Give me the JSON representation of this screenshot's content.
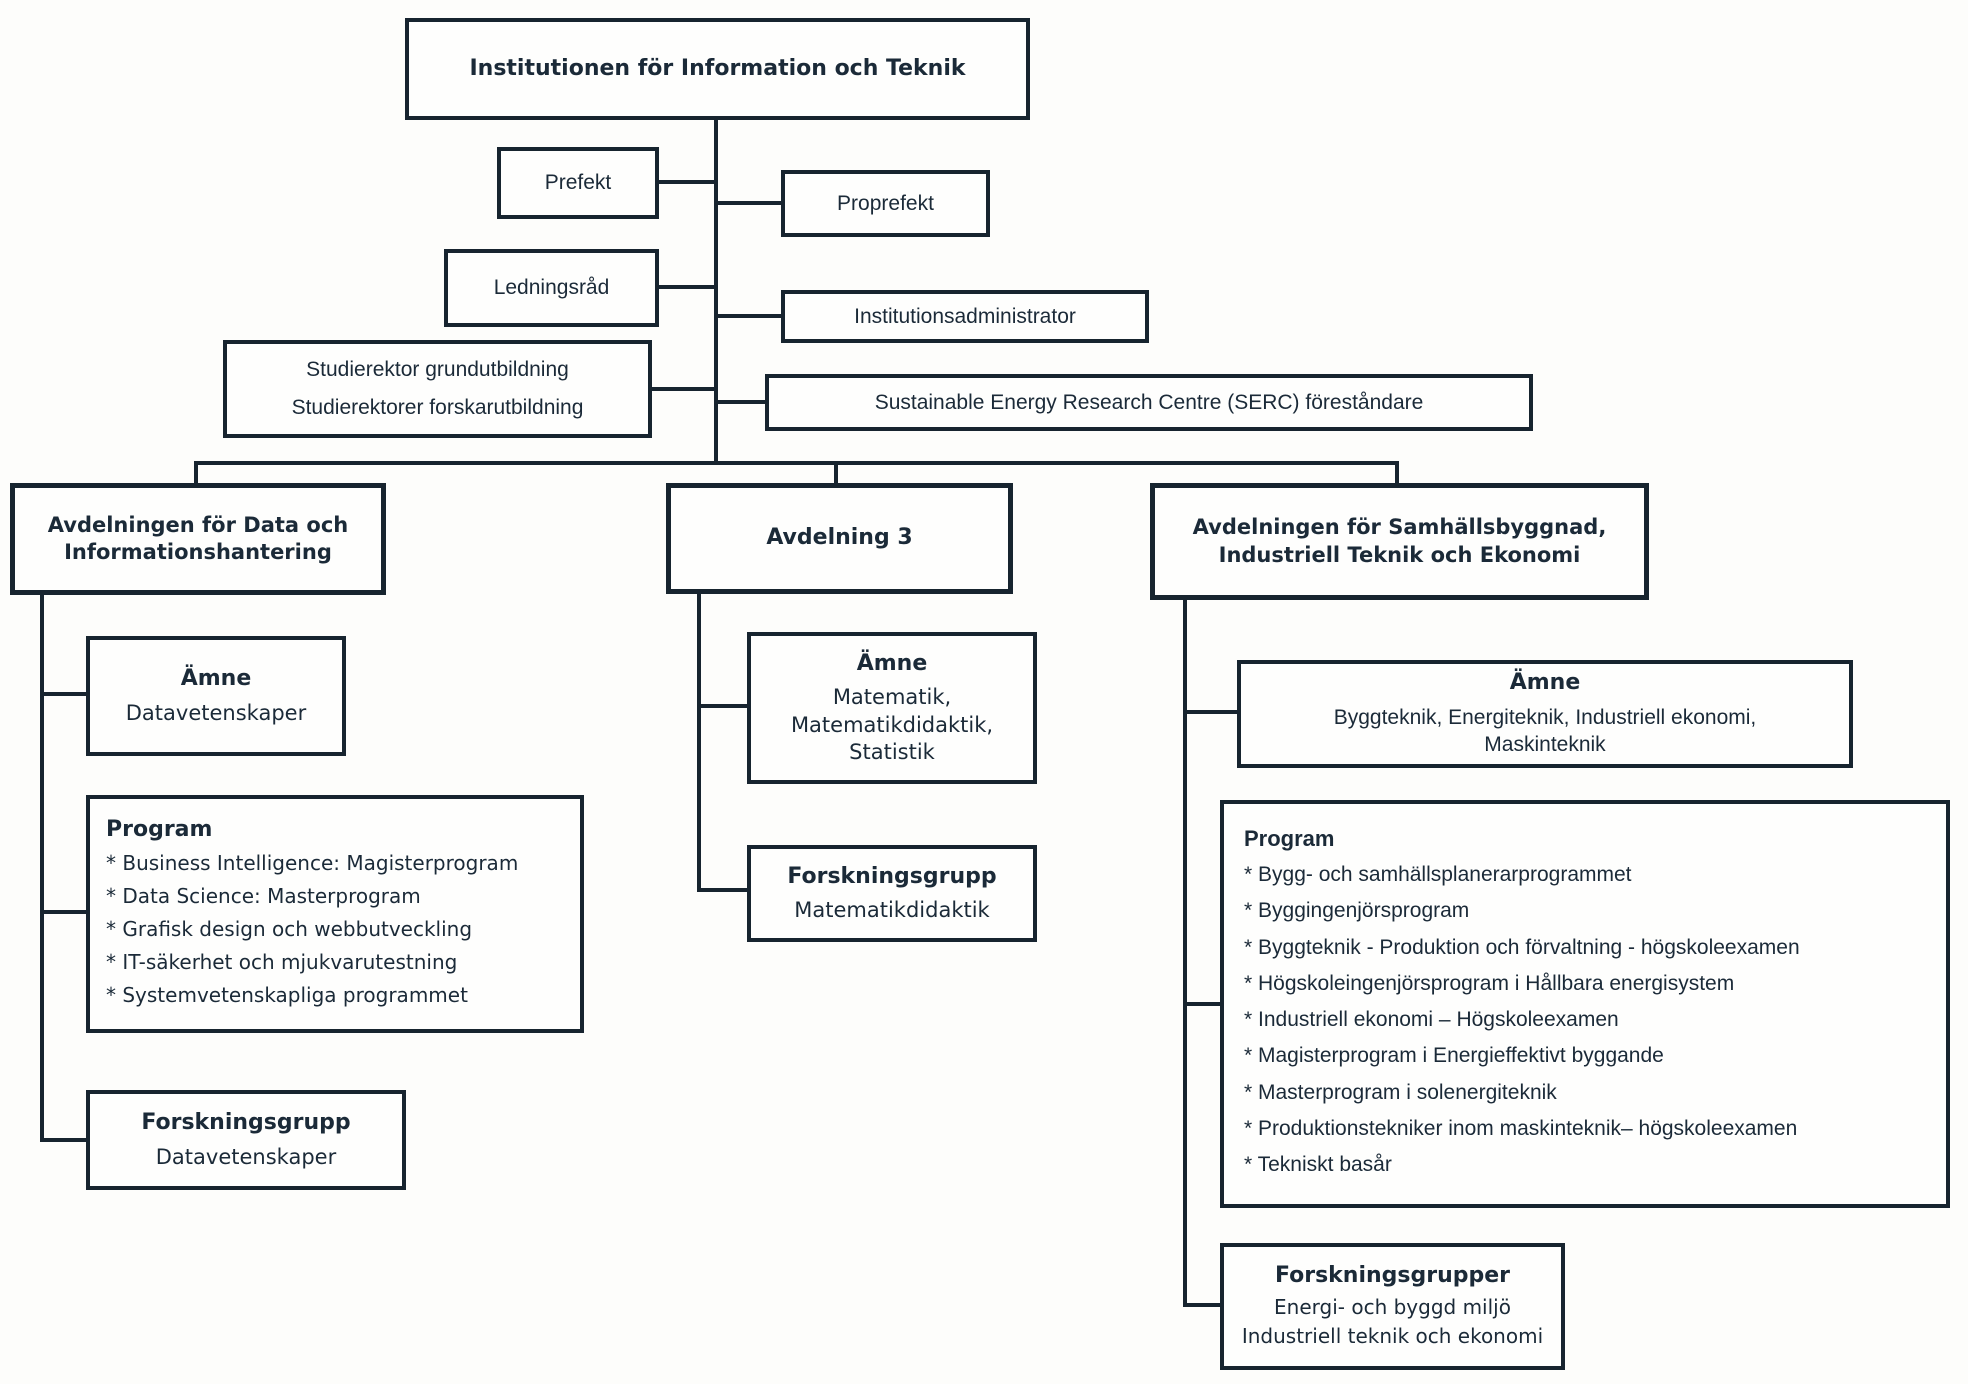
{
  "colors": {
    "line": "#17242f",
    "text": "#1b2a38",
    "background": "#fdfdfb"
  },
  "root": {
    "title": "Institutionen för Information och Teknik"
  },
  "leadership": {
    "prefekt": "Prefekt",
    "proprefekt": "Proprefekt",
    "ledningsrad": "Ledningsråd",
    "institutionsadministrator": "Institutionsadministrator",
    "studierektor_line1": "Studierektor grundutbildning",
    "studierektor_line2": "Studierektorer forskarutbildning",
    "serc": "Sustainable Energy Research Centre (SERC) föreståndare"
  },
  "divisions": {
    "data": {
      "title": "Avdelningen för Data och\nInformationshantering",
      "amne": {
        "title": "Ämne",
        "body": "Datavetenskaper"
      },
      "program": {
        "title": "Program",
        "items": [
          "* Business Intelligence: Magisterprogram",
          "* Data Science: Masterprogram",
          "* Grafisk design och webbutveckling",
          "* IT-säkerhet och mjukvarutestning",
          "* Systemvetenskapliga programmet"
        ]
      },
      "forskningsgrupp": {
        "title": "Forskningsgrupp",
        "body": "Datavetenskaper"
      }
    },
    "avdelning3": {
      "title": "Avdelning 3",
      "amne": {
        "title": "Ämne",
        "body": "Matematik,\nMatematikdidaktik,\nStatistik"
      },
      "forskningsgrupp": {
        "title": "Forskningsgrupp",
        "body": "Matematikdidaktik"
      }
    },
    "samhallsbyggnad": {
      "title": "Avdelningen för Samhällsbyggnad,\nIndustriell Teknik och Ekonomi",
      "amne": {
        "title": "Ämne",
        "body": "Byggteknik, Energiteknik, Industriell ekonomi,\nMaskinteknik"
      },
      "program": {
        "title": "Program",
        "items": [
          "* Bygg- och samhällsplanerarprogrammet",
          "* Byggingenjörsprogram",
          "* Byggteknik - Produktion och förvaltning - högskoleexamen",
          "* Högskoleingenjörsprogram i Hållbara energisystem",
          "* Industriell ekonomi – Högskoleexamen",
          "* Magisterprogram i Energieffektivt byggande",
          "* Masterprogram i solenergiteknik",
          "* Produktionstekniker inom maskinteknik– högskoleexamen",
          "* Tekniskt basår"
        ]
      },
      "forskningsgrupper": {
        "title": "Forskningsgrupper",
        "line1": "Energi- och byggd miljö",
        "line2": "Industriell teknik och ekonomi"
      }
    }
  }
}
